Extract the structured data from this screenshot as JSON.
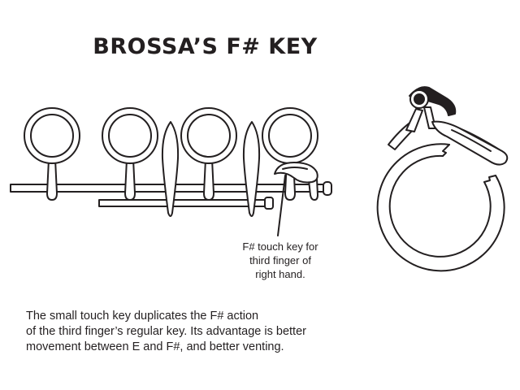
{
  "title": "BROSSA’S F# KEY",
  "callout": {
    "lines": [
      "F# touch key for",
      "third finger of",
      "right hand."
    ]
  },
  "description": {
    "lines": [
      "The small touch key duplicates the F# action",
      "of the third finger’s regular key. Its advantage is better",
      "movement between E and F#, and better venting."
    ]
  },
  "colors": {
    "ink": "#231f20",
    "background": "#ffffff"
  }
}
